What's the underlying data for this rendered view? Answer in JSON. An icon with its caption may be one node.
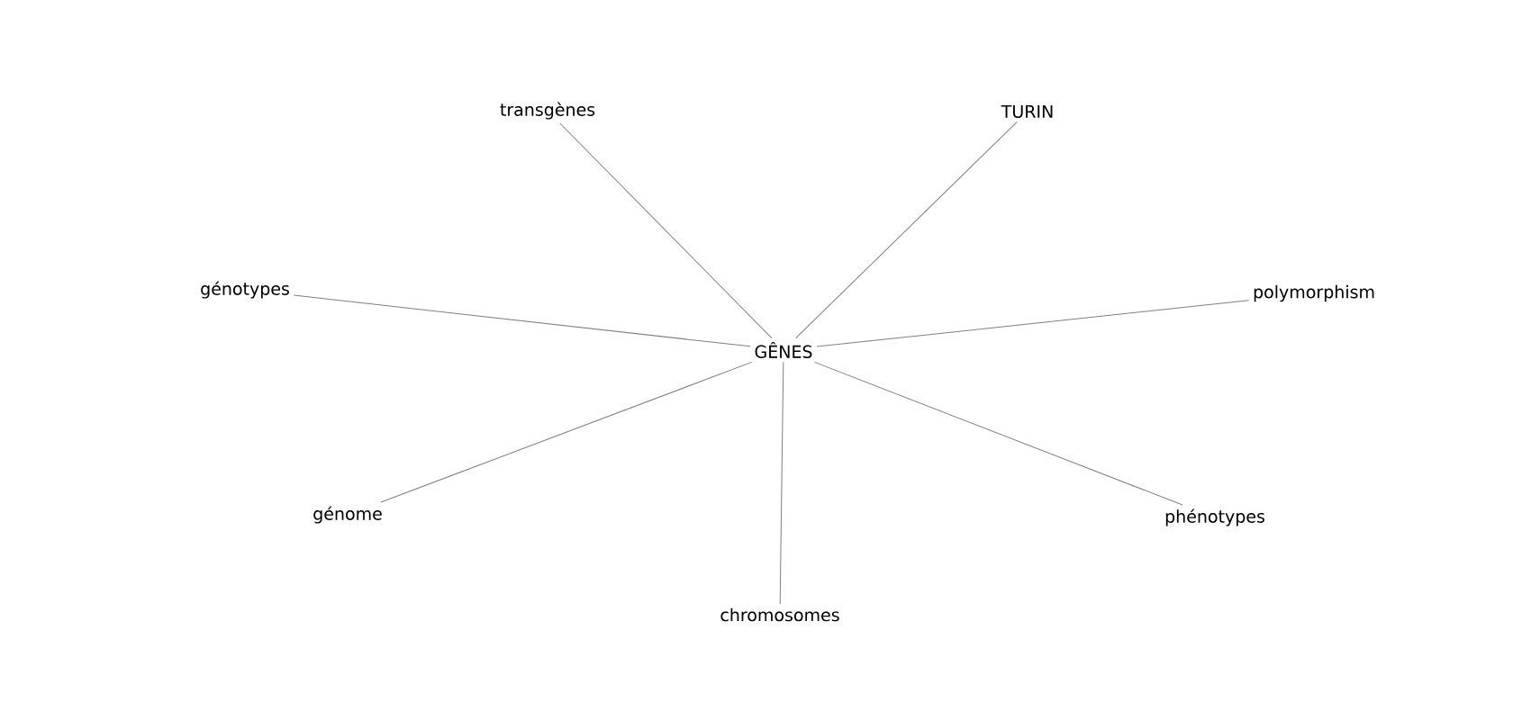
{
  "diagram": {
    "nodes": [
      {
        "text": [
          "GÊNES"
        ]
      },
      {
        "text": [
          "transgènes"
        ]
      },
      {
        "text": [
          "TURIN"
        ]
      },
      {
        "text": [
          "génotypes"
        ]
      },
      {
        "text": [
          "polymorphism"
        ]
      },
      {
        "text": [
          "génome"
        ]
      },
      {
        "text": [
          "phénotypes"
        ]
      },
      {
        "text": [
          "chromosomes"
        ]
      }
    ],
    "edges": [
      {
        "from": 0,
        "to": 1,
        "arrow": "none"
      },
      {
        "from": 0,
        "to": 2,
        "arrow": "none"
      },
      {
        "from": 0,
        "to": 3,
        "arrow": "none"
      },
      {
        "from": 0,
        "to": 4,
        "arrow": "none"
      },
      {
        "from": 0,
        "to": 5,
        "arrow": "none"
      },
      {
        "from": 0,
        "to": 6,
        "arrow": "none"
      },
      {
        "from": 0,
        "to": 7,
        "arrow": "none"
      }
    ]
  }
}
